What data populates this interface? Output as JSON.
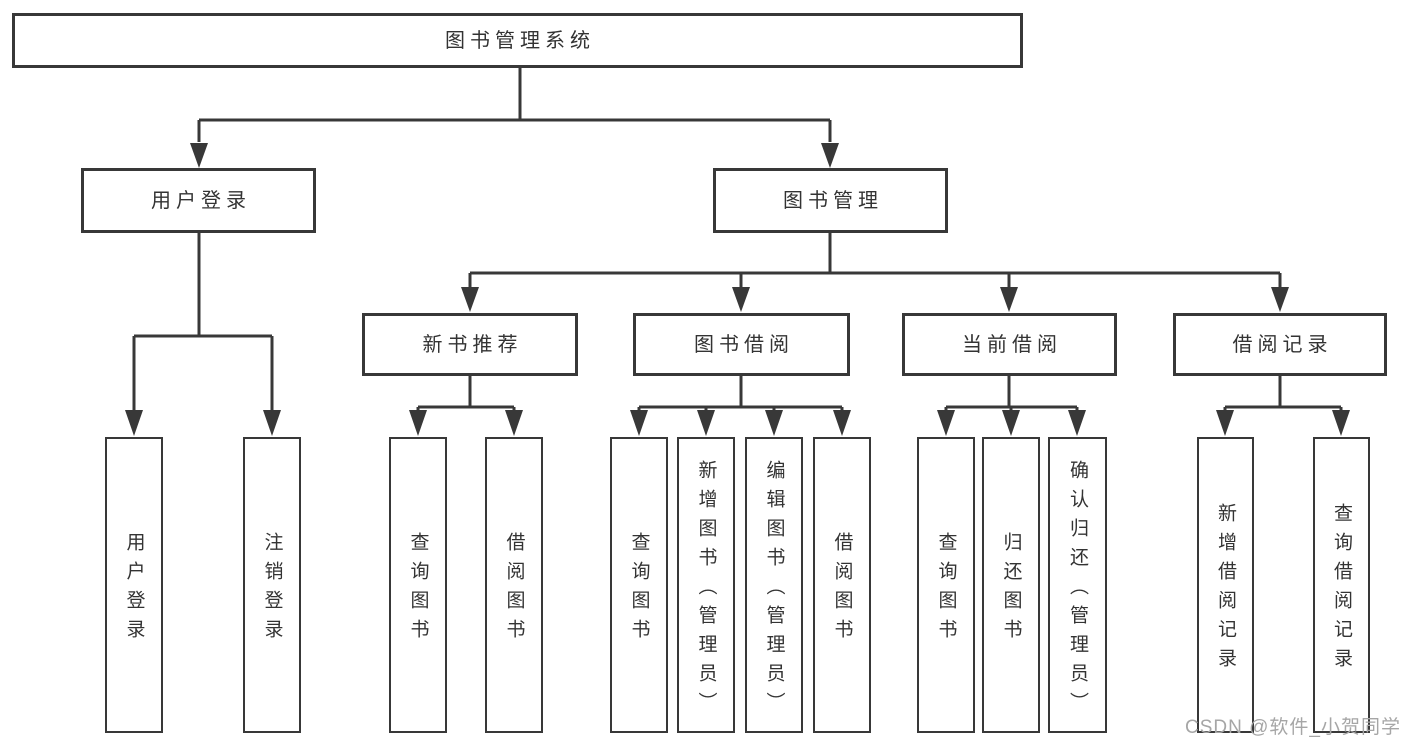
{
  "colors": {
    "line": "#383838",
    "box_border": "#383838",
    "text": "#333333",
    "background": "#ffffff",
    "watermark_text_color": "#a6a6a6"
  },
  "tree": {
    "root": {
      "label": "图书管理系统"
    },
    "branches": [
      {
        "label": "用户登录",
        "children": [
          {
            "label": "用户登录"
          },
          {
            "label": "注销登录"
          }
        ]
      },
      {
        "label": "图书管理",
        "children": [
          {
            "label": "新书推荐",
            "children": [
              {
                "label": "查询图书"
              },
              {
                "label": "借阅图书"
              }
            ]
          },
          {
            "label": "图书借阅",
            "children": [
              {
                "label": "查询图书"
              },
              {
                "label": "新增图书（管理员）"
              },
              {
                "label": "编辑图书（管理员）"
              },
              {
                "label": "借阅图书"
              }
            ]
          },
          {
            "label": "当前借阅",
            "children": [
              {
                "label": "查询图书"
              },
              {
                "label": "归还图书"
              },
              {
                "label": "确认归还（管理员）"
              }
            ]
          },
          {
            "label": "借阅记录",
            "children": [
              {
                "label": "新增借阅记录"
              },
              {
                "label": "查询借阅记录"
              }
            ]
          }
        ]
      }
    ]
  },
  "watermark": {
    "text": "CSDN @软件_小贺同学"
  }
}
